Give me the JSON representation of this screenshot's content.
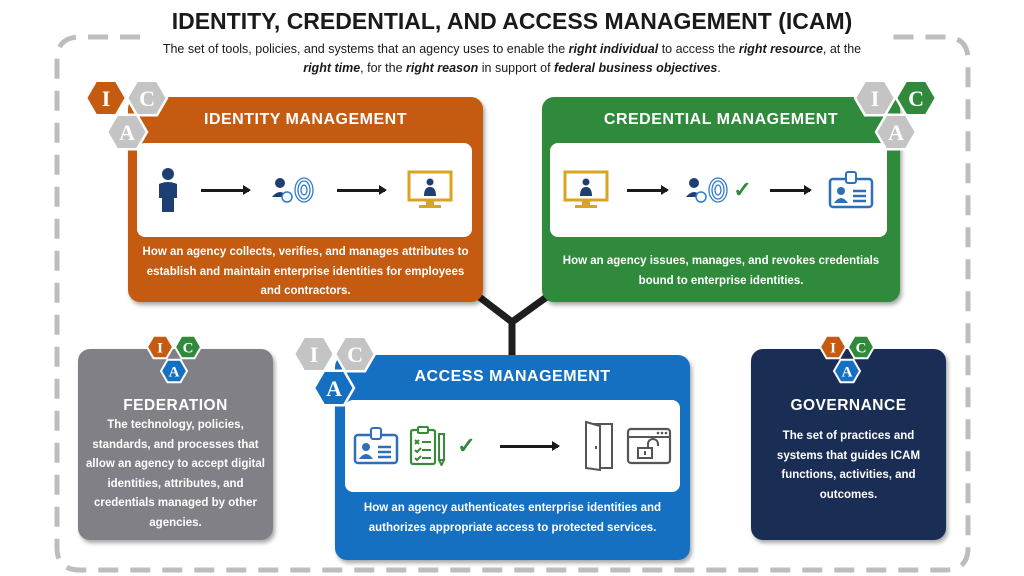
{
  "header": {
    "title": "IDENTITY, CREDENTIAL, AND ACCESS MANAGEMENT (ICAM)",
    "subtitle_parts": [
      "The set of tools, policies, and systems that an agency uses to enable the ",
      "right individual",
      " to access the ",
      "right resource",
      ", at the ",
      "right time",
      ", for the ",
      "right reason",
      " in support of ",
      "federal business objectives",
      "."
    ]
  },
  "hex_letters": {
    "i": "I",
    "c": "C",
    "a": "A"
  },
  "identity": {
    "title": "IDENTITY MANAGEMENT",
    "description": "How an agency collects, verifies, and manages attributes to establish and maintain enterprise identities for employees and contractors.",
    "color": "#c55a11"
  },
  "credential": {
    "title": "CREDENTIAL MANAGEMENT",
    "description": "How an agency issues, manages, and revokes credentials bound to enterprise identities.",
    "color": "#2f8a3c",
    "check": "✓"
  },
  "access": {
    "title": "ACCESS MANAGEMENT",
    "description": "How an agency authenticates enterprise identities and authorizes appropriate access to protected services.",
    "color": "#1570c2",
    "check": "✓"
  },
  "federation": {
    "title": "FEDERATION",
    "description": "The technology, policies, standards, and processes that allow an agency to accept digital identities, attributes, and credentials managed by other agencies.",
    "color": "#808086"
  },
  "governance": {
    "title": "GOVERNANCE",
    "description": "The set of practices and systems that guides ICAM functions, activities, and outcomes.",
    "color": "#192d55"
  }
}
